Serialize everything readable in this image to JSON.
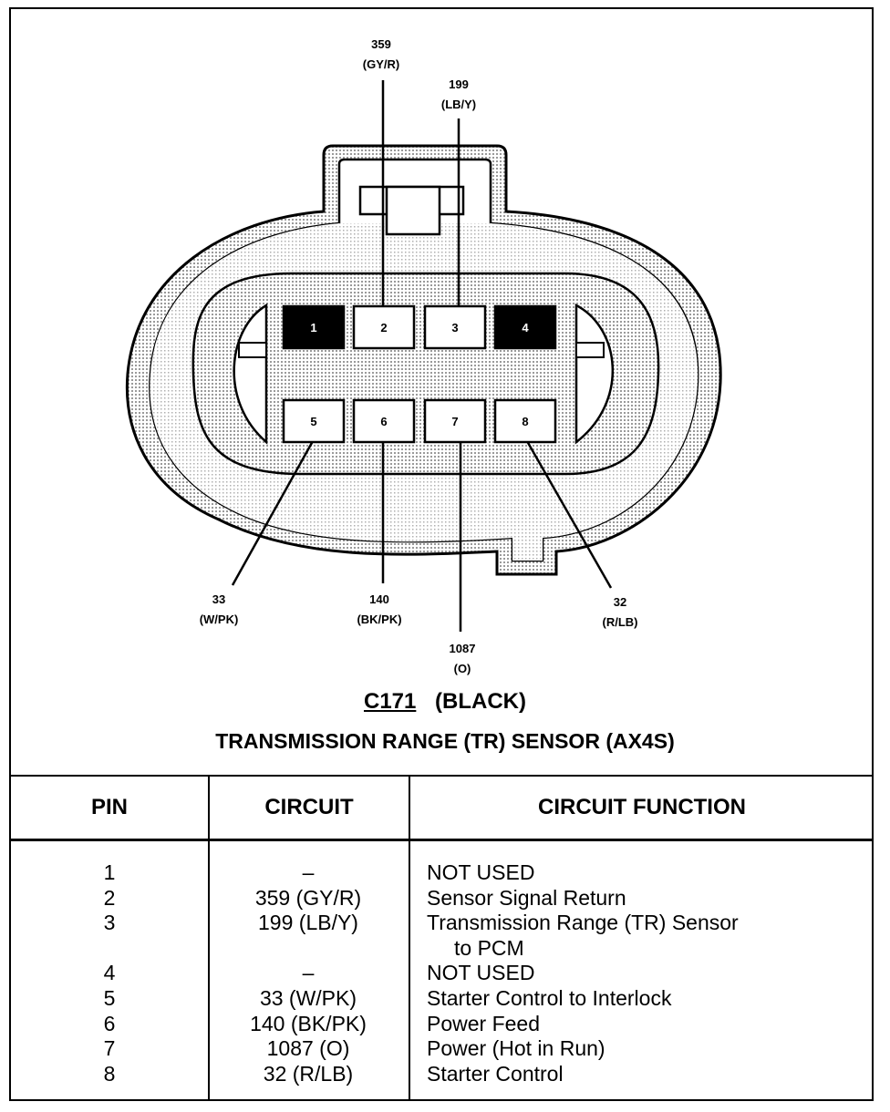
{
  "connector": {
    "id": "C171",
    "color": "(BLACK)",
    "title": "TRANSMISSION RANGE (TR) SENSOR  (AX4S)"
  },
  "pins_top": [
    {
      "num": "1",
      "used": false
    },
    {
      "num": "2",
      "used": true
    },
    {
      "num": "3",
      "used": true
    },
    {
      "num": "4",
      "used": false
    }
  ],
  "pins_bottom": [
    {
      "num": "5",
      "used": true
    },
    {
      "num": "6",
      "used": true
    },
    {
      "num": "7",
      "used": true
    },
    {
      "num": "8",
      "used": true
    }
  ],
  "wire_labels": {
    "pin2": {
      "circuit": "359",
      "color": "(GY/R)"
    },
    "pin3": {
      "circuit": "199",
      "color": "(LB/Y)"
    },
    "pin5": {
      "circuit": "33",
      "color": "(W/PK)"
    },
    "pin6": {
      "circuit": "140",
      "color": "(BK/PK)"
    },
    "pin7": {
      "circuit": "1087",
      "color": "(O)"
    },
    "pin8": {
      "circuit": "32",
      "color": "(R/LB)"
    }
  },
  "table": {
    "headers": {
      "pin": "PIN",
      "circuit": "CIRCUIT",
      "function": "CIRCUIT FUNCTION"
    },
    "rows": [
      {
        "pin": "1",
        "circuit": "–",
        "function": "NOT USED",
        "function2": ""
      },
      {
        "pin": "2",
        "circuit": "359 (GY/R)",
        "function": "Sensor Signal Return",
        "function2": ""
      },
      {
        "pin": "3",
        "circuit": "199 (LB/Y)",
        "function": "Transmission Range (TR) Sensor",
        "function2": "to PCM"
      },
      {
        "pin": "4",
        "circuit": "–",
        "function": "NOT USED",
        "function2": ""
      },
      {
        "pin": "5",
        "circuit": "33 (W/PK)",
        "function": "Starter Control to Interlock",
        "function2": ""
      },
      {
        "pin": "6",
        "circuit": "140 (BK/PK)",
        "function": "Power Feed",
        "function2": ""
      },
      {
        "pin": "7",
        "circuit": "1087 (O)",
        "function": "Power (Hot in Run)",
        "function2": ""
      },
      {
        "pin": "8",
        "circuit": "32 (R/LB)",
        "function": "Starter Control",
        "function2": ""
      }
    ]
  }
}
